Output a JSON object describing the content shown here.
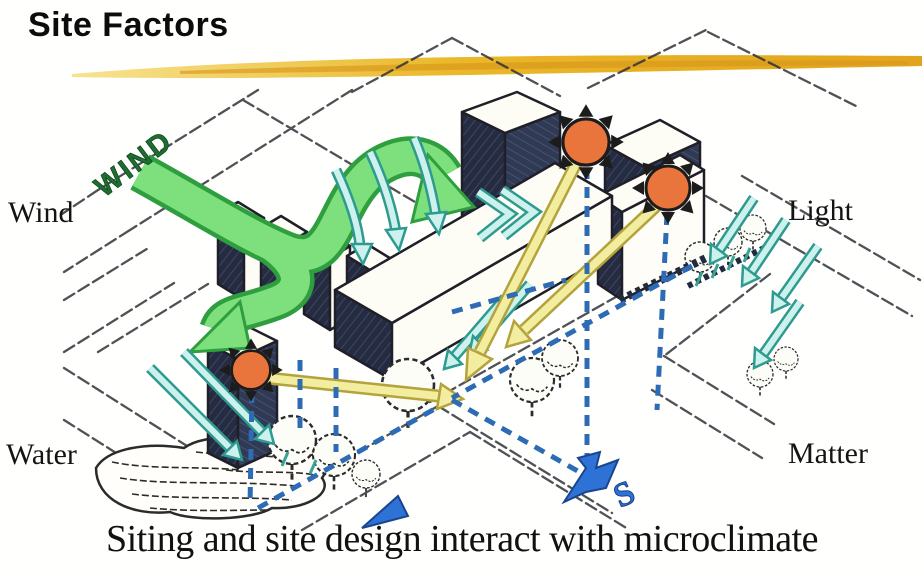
{
  "title": "Site Factors",
  "labels": {
    "wind": "Wind",
    "light": "Light",
    "water": "Water",
    "matter": "Matter"
  },
  "diagram": {
    "wind_arrow_label": "WIND",
    "south_marker": "S",
    "icons": {
      "sun": "sun-icon",
      "wind_arrow": "wind-arrow-icon",
      "south_arrow": "south-arrow-icon",
      "tree": "tree-icon"
    }
  },
  "caption": "Siting and site design interact with microclimate",
  "colors": {
    "title_text": "#0c0c0c",
    "underline_gold": "#E4AE2A",
    "wind_arrow_fill": "#7DE07D",
    "wind_arrow_stroke": "#2F9E3F",
    "wind_text": "#1D6E30",
    "sun_orange": "#E9743C",
    "cyan_arrow_fill": "#CDF2ED",
    "cyan_arrow_stroke": "#2E9A90",
    "sunbeam_fill": "#F3EDA0",
    "sunbeam_stroke": "#B3A33C",
    "flow_dash_blue": "#2D6BB4",
    "south_arrow_blue": "#2F72D6",
    "building_dark": "#262C40",
    "ink": "#222222"
  }
}
